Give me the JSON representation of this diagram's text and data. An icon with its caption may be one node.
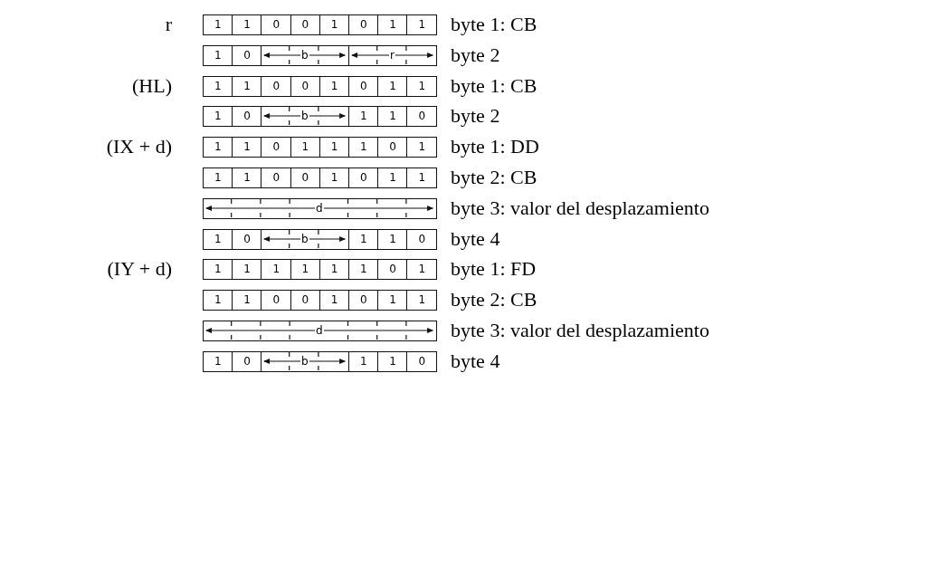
{
  "diagram": {
    "labels": [
      "r",
      "1",
      "1",
      "0",
      "0",
      "1",
      "0",
      "1",
      "1",
      "byte 1: CB",
      "1",
      "0",
      "b",
      "r",
      "byte 2",
      "(HL)",
      "1",
      "1",
      "0",
      "0",
      "1",
      "0",
      "1",
      "1",
      "byte 1: CB",
      "1",
      "0",
      "b",
      "1",
      "1",
      "0",
      "byte 2",
      "(IX + d)",
      "1",
      "1",
      "0",
      "1",
      "1",
      "1",
      "0",
      "1",
      "byte 1: DD",
      "1",
      "1",
      "0",
      "0",
      "1",
      "0",
      "1",
      "1",
      "byte 2: CB",
      "d",
      "byte 3: valor del desplazamiento",
      "1",
      "0",
      "b",
      "1",
      "1",
      "0",
      "byte 4",
      "(IY + d)",
      "1",
      "1",
      "1",
      "1",
      "1",
      "1",
      "0",
      "1",
      "byte 1: FD",
      "1",
      "1",
      "0",
      "0",
      "1",
      "0",
      "1",
      "1",
      "byte 2: CB",
      "d",
      "byte 3: valor del desplazamiento",
      "1",
      "0",
      "b",
      "1",
      "1",
      "0",
      "byte 4"
    ]
  }
}
